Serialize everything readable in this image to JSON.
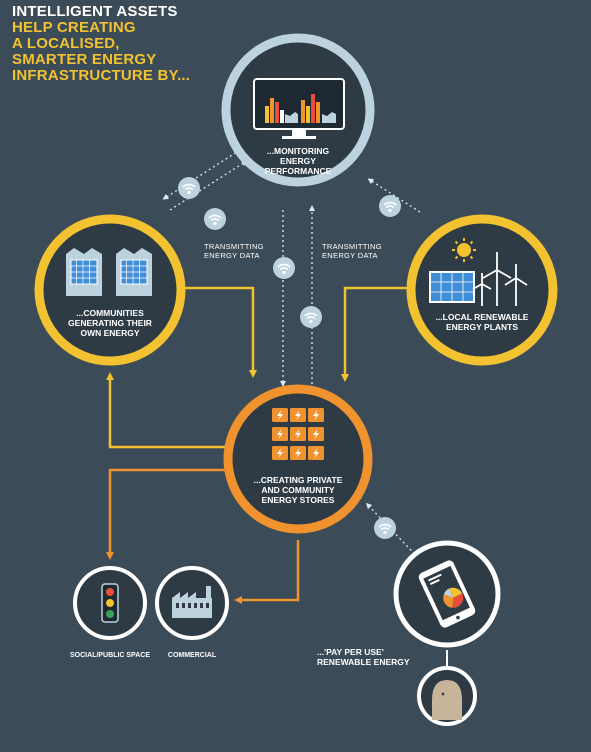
{
  "title": {
    "line1": "INTELLIGENT ASSETS",
    "line2": "HELP CREATING",
    "line3": "A LOCALISED,",
    "line4": "SMARTER ENERGY",
    "line5": "INFRASTRUCTURE BY..."
  },
  "nodes": {
    "monitoring": "...MONITORING ENERGY PERFORMANCE",
    "communities": "...COMMUNITIES GENERATING THEIR OWN ENERGY",
    "renewable_plants": "...LOCAL RENEWABLE ENERGY PLANTS",
    "energy_stores": "...CREATING PRIVATE AND COMMUNITY ENERGY STORES",
    "social_space": "SOCIAL/PUBLIC SPACE",
    "commercial": "COMMERCIAL",
    "pay_per_use": "...'PAY PER USE' RENEWABLE ENERGY"
  },
  "connections": {
    "transmit_left": "TRANSMITTING ENERGY DATA",
    "transmit_right": "TRANSMITTING ENERGY DATA"
  },
  "colors": {
    "background": "#3b4b57",
    "inner_circle": "#2e3b45",
    "blue_ring": "#bcd3df",
    "yellow": "#f2c230",
    "orange": "#f0932f",
    "white": "#ffffff"
  },
  "icons": [
    "monitor-chart-icon",
    "solar-house-icon",
    "sun-icon",
    "solar-panel-icon",
    "wind-turbine-icon",
    "battery-grid-icon",
    "traffic-light-icon",
    "factory-icon",
    "phone-icon",
    "person-icon",
    "wifi-icon"
  ]
}
